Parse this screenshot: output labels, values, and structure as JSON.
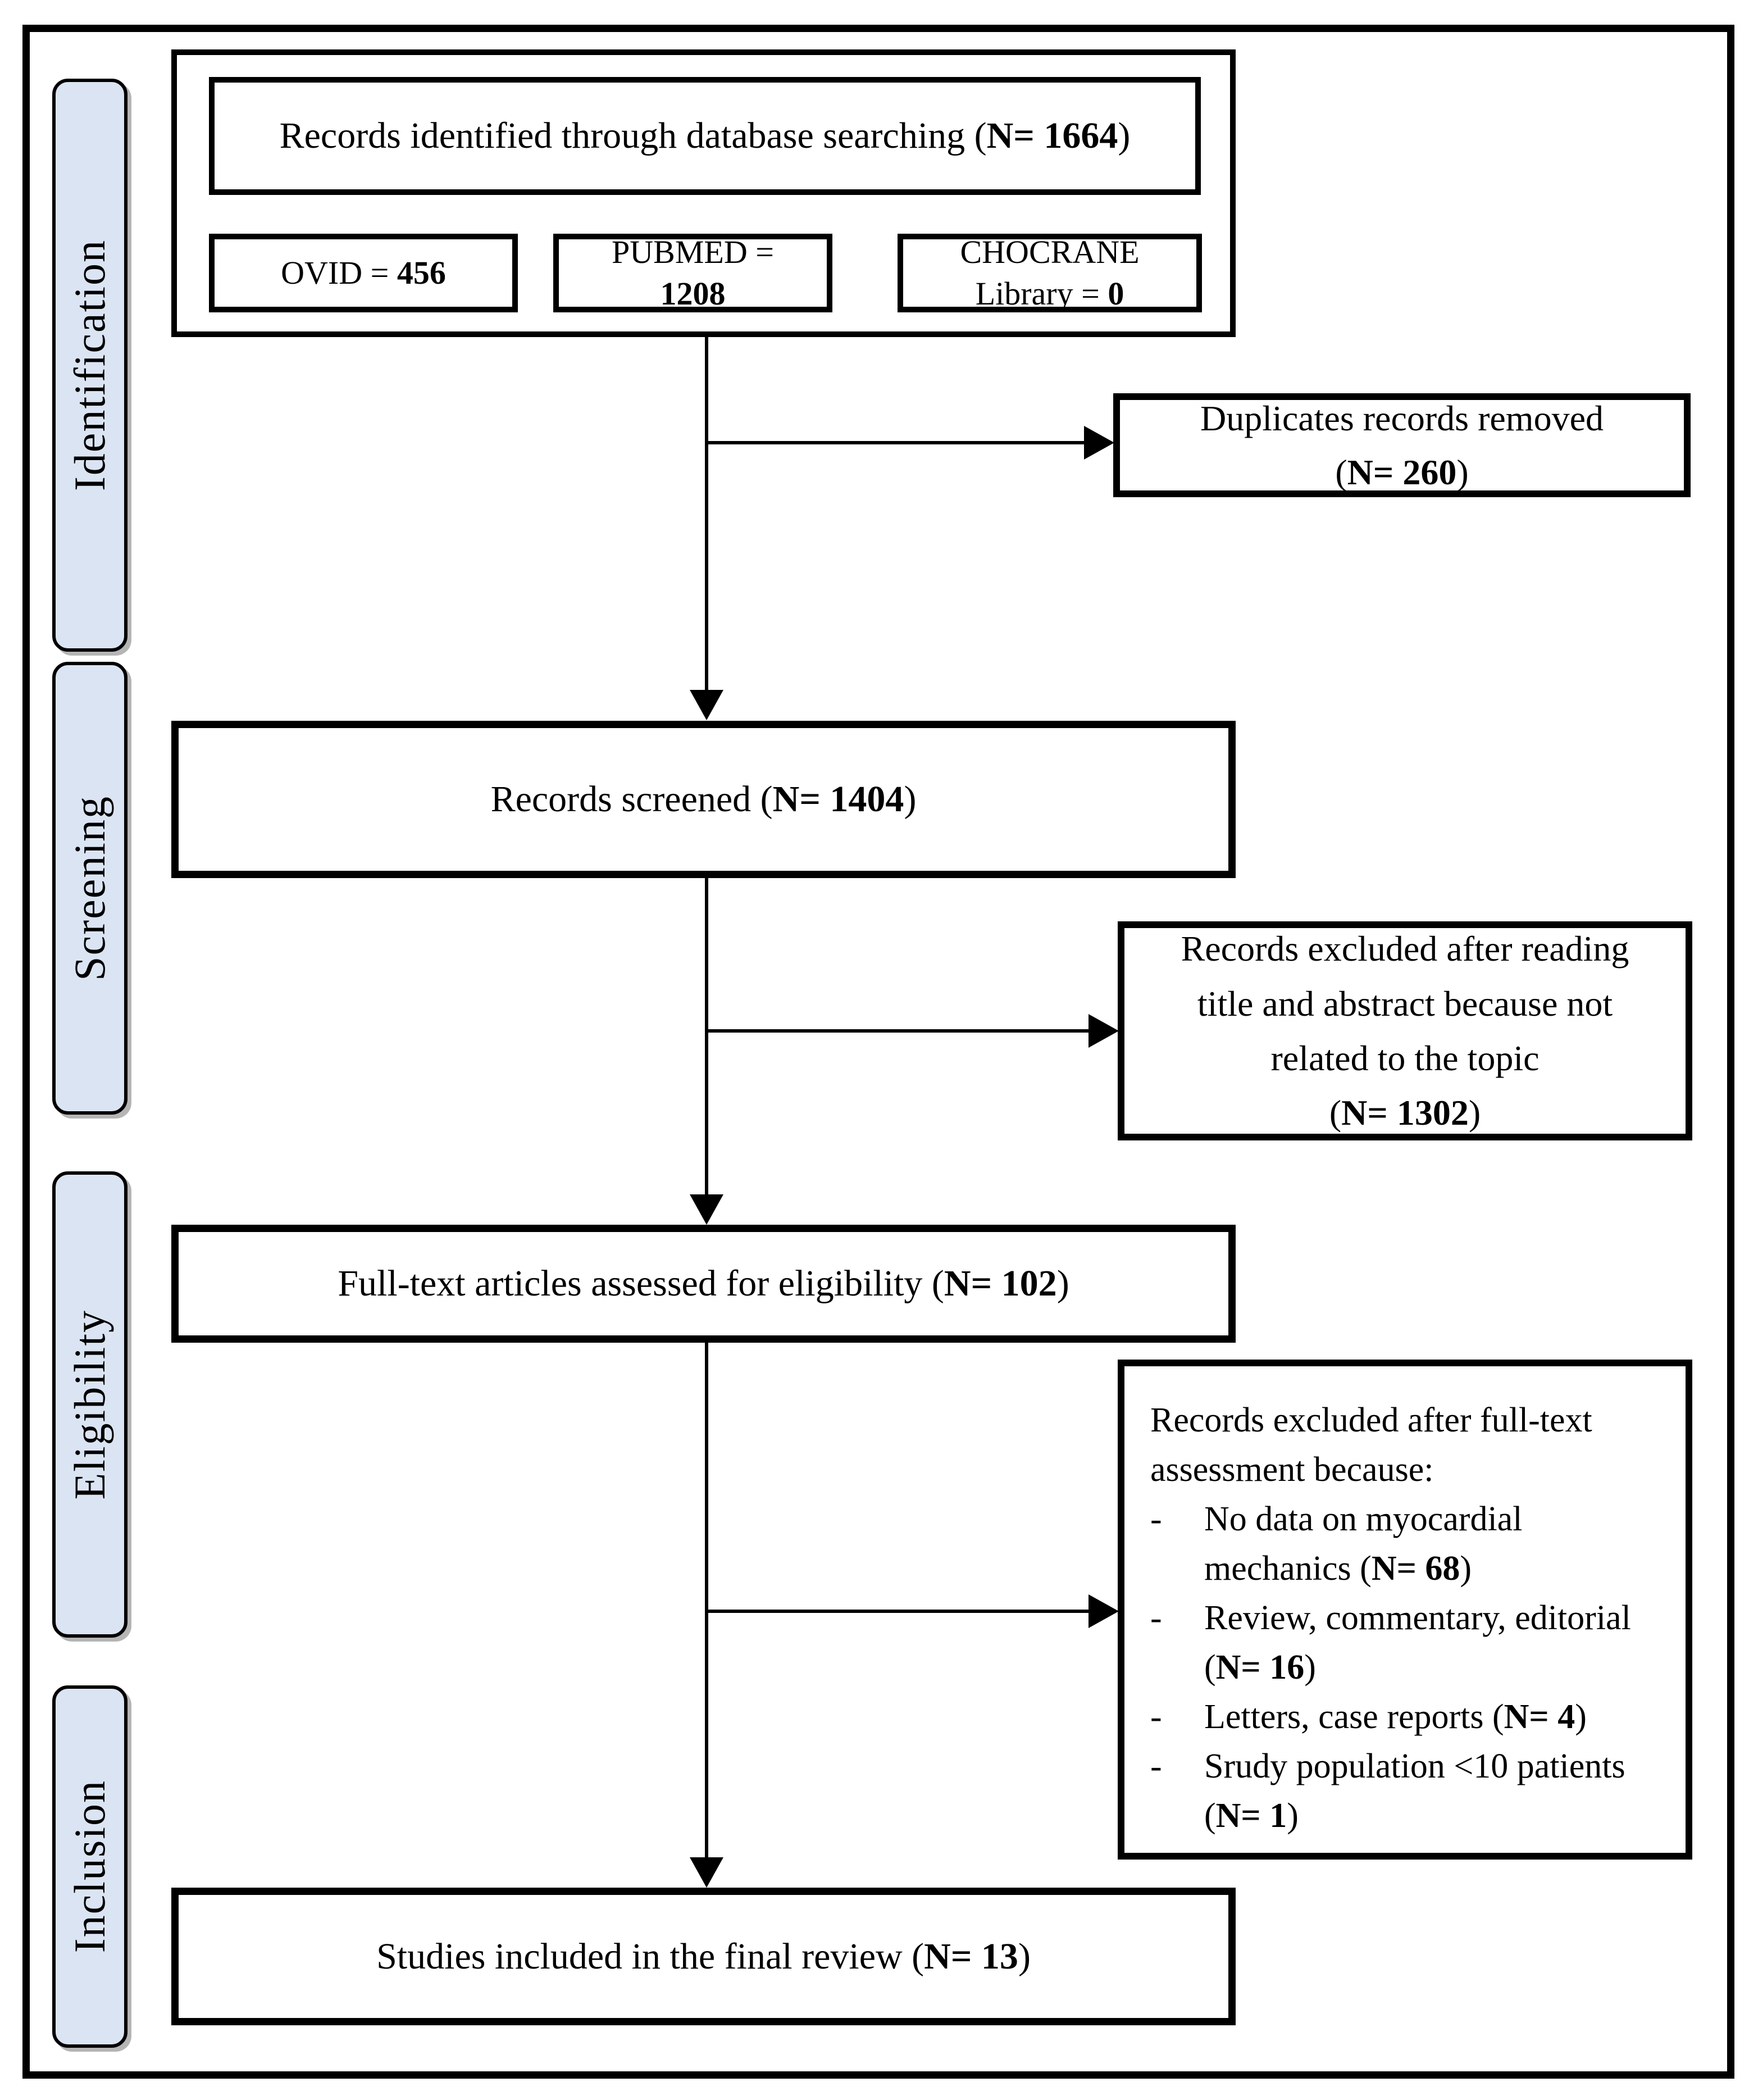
{
  "colors": {
    "sidebar_fill": "#dbe4f3",
    "line": "#000000",
    "background": "#ffffff"
  },
  "sidebar": {
    "items": [
      {
        "label": "Identification"
      },
      {
        "label": "Screening"
      },
      {
        "label": "Eligibility"
      },
      {
        "label": "Inclusion"
      }
    ]
  },
  "identification_group": {
    "title": {
      "pre": "Records identified through database searching (",
      "n": "N= 1664",
      "post": ")"
    },
    "sources": {
      "ovid": {
        "pre": "OVID = ",
        "n": "456"
      },
      "pubmed": {
        "line1": "PUBMED =",
        "n": "1208"
      },
      "cochrane": {
        "line1": "CHOCRANE",
        "pre2": "Library = ",
        "n": "0"
      }
    }
  },
  "duplicates": {
    "line1": "Duplicates records removed",
    "pre": "(",
    "n": "N= 260",
    "post": ")"
  },
  "screened": {
    "pre": "Records screened (",
    "n": "N= 1404",
    "post": ")"
  },
  "excluded_screening": {
    "lines": [
      "Records excluded after reading",
      "title and abstract because not",
      "related to the topic"
    ],
    "pre": "(",
    "n": "N= 1302",
    "post": ")"
  },
  "fulltext": {
    "pre": "Full-text articles assessed for eligibility (",
    "n": "N= 102",
    "post": ")"
  },
  "excluded_fulltext": {
    "heading": "Records excluded after full-text assessment because:",
    "items": [
      {
        "dash": "-",
        "pre": "No data on myocardial mechanics (",
        "n": "N= 68",
        "post": ")"
      },
      {
        "dash": "-",
        "pre": "Review, commentary, editorial (",
        "n": "N= 16",
        "post": ")"
      },
      {
        "dash": "-",
        "pre": "Letters, case reports (",
        "n": "N= 4",
        "post": ")"
      },
      {
        "dash": "-",
        "pre": "Srudy population <10 patients (",
        "n": "N= 1",
        "post": ")"
      }
    ]
  },
  "included": {
    "pre": "Studies included in the final review (",
    "n": "N= 13",
    "post": ")"
  }
}
